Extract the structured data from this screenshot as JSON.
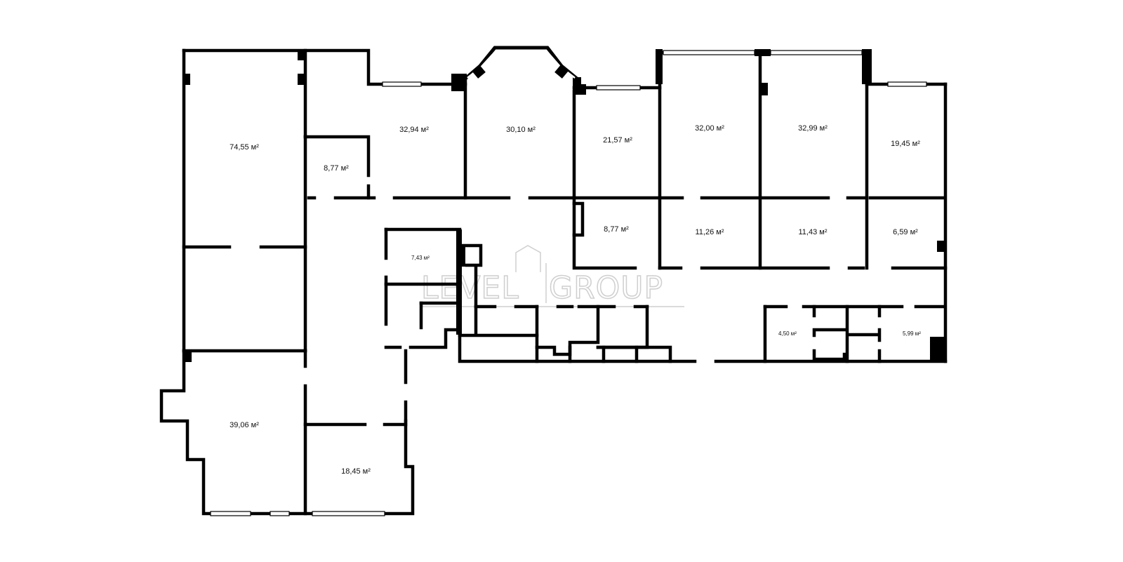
{
  "watermark": {
    "left": "LEVEL",
    "right": "GROUP"
  },
  "rooms": [
    {
      "id": "room-a",
      "label": "74,55 м²"
    },
    {
      "id": "room-b",
      "label": "32,94 м²"
    },
    {
      "id": "room-c",
      "label": "30,10 м²"
    },
    {
      "id": "room-d",
      "label": "21,57 м²"
    },
    {
      "id": "room-e",
      "label": "32,00 м²"
    },
    {
      "id": "room-f",
      "label": "32,99 м²"
    },
    {
      "id": "room-g",
      "label": "19,45 м²"
    },
    {
      "id": "room-h",
      "label": "8,77 м²"
    },
    {
      "id": "room-i",
      "label": "8,77 м²"
    },
    {
      "id": "room-j",
      "label": "11,26 м²"
    },
    {
      "id": "room-k",
      "label": "11,43 м²"
    },
    {
      "id": "room-l",
      "label": "6,59 м²"
    },
    {
      "id": "room-m",
      "label": "7,43 м²"
    },
    {
      "id": "room-n",
      "label": "4,50 м²"
    },
    {
      "id": "room-o",
      "label": "5,99 м²"
    },
    {
      "id": "room-p",
      "label": "39,06 м²"
    },
    {
      "id": "room-q",
      "label": "18,45 м²"
    }
  ]
}
